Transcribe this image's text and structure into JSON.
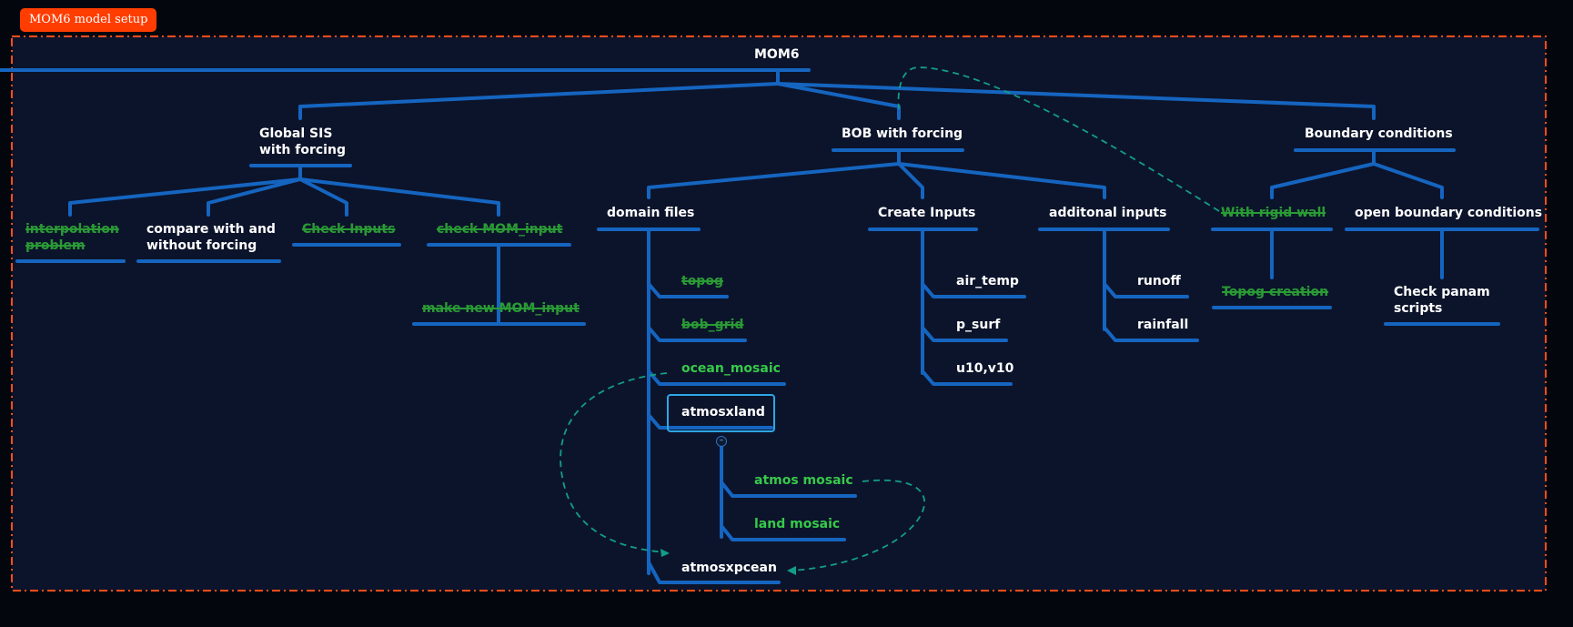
{
  "frame": {
    "title": "MOM6 model setup"
  },
  "colors": {
    "background": "#03070d",
    "frame_fill": "#0c142b",
    "frame_border": "#ff4d1a",
    "branch": "#1565c0",
    "text": "#ffffff",
    "completed_text": "#2a9a35",
    "highlight_text": "#37c94a",
    "relationship": "#139e86",
    "selection": "#2ea6e6"
  },
  "nodes": {
    "root": "MOM6",
    "global_sis": "Global SIS\nwith forcing",
    "interpolation_problem": "interpolation\nproblem",
    "compare_forcing": "compare with and\nwithout forcing",
    "check_inputs": "Check Inputs",
    "check_mom_input": "check MOM_input",
    "make_new_mom_input": "make new MOM_input",
    "bob_forcing": "BOB with forcing",
    "domain_files": "domain files",
    "topog": "topog",
    "bob_grid": "bob_grid",
    "ocean_mosaic": "ocean_mosaic",
    "atmosxland": "atmosxland",
    "atmos_mosaic": "atmos mosaic",
    "land_mosaic": "land mosaic",
    "atmosxocean": "atmosxpcean",
    "create_inputs": "Create Inputs",
    "air_temp": "air_temp",
    "p_surf": "p_surf",
    "u10v10": "u10,v10",
    "additional_inputs": "additonal inputs",
    "runoff": "runoff",
    "rainfall": "rainfall",
    "boundary_conditions": "Boundary conditions",
    "rigid_wall": "With rigid wall",
    "topog_creation": "Topog creation",
    "open_boundary": "open boundary conditions",
    "check_panam": "Check panam\nscripts"
  },
  "icons": {
    "collapse": "collapse-toggle-icon"
  }
}
